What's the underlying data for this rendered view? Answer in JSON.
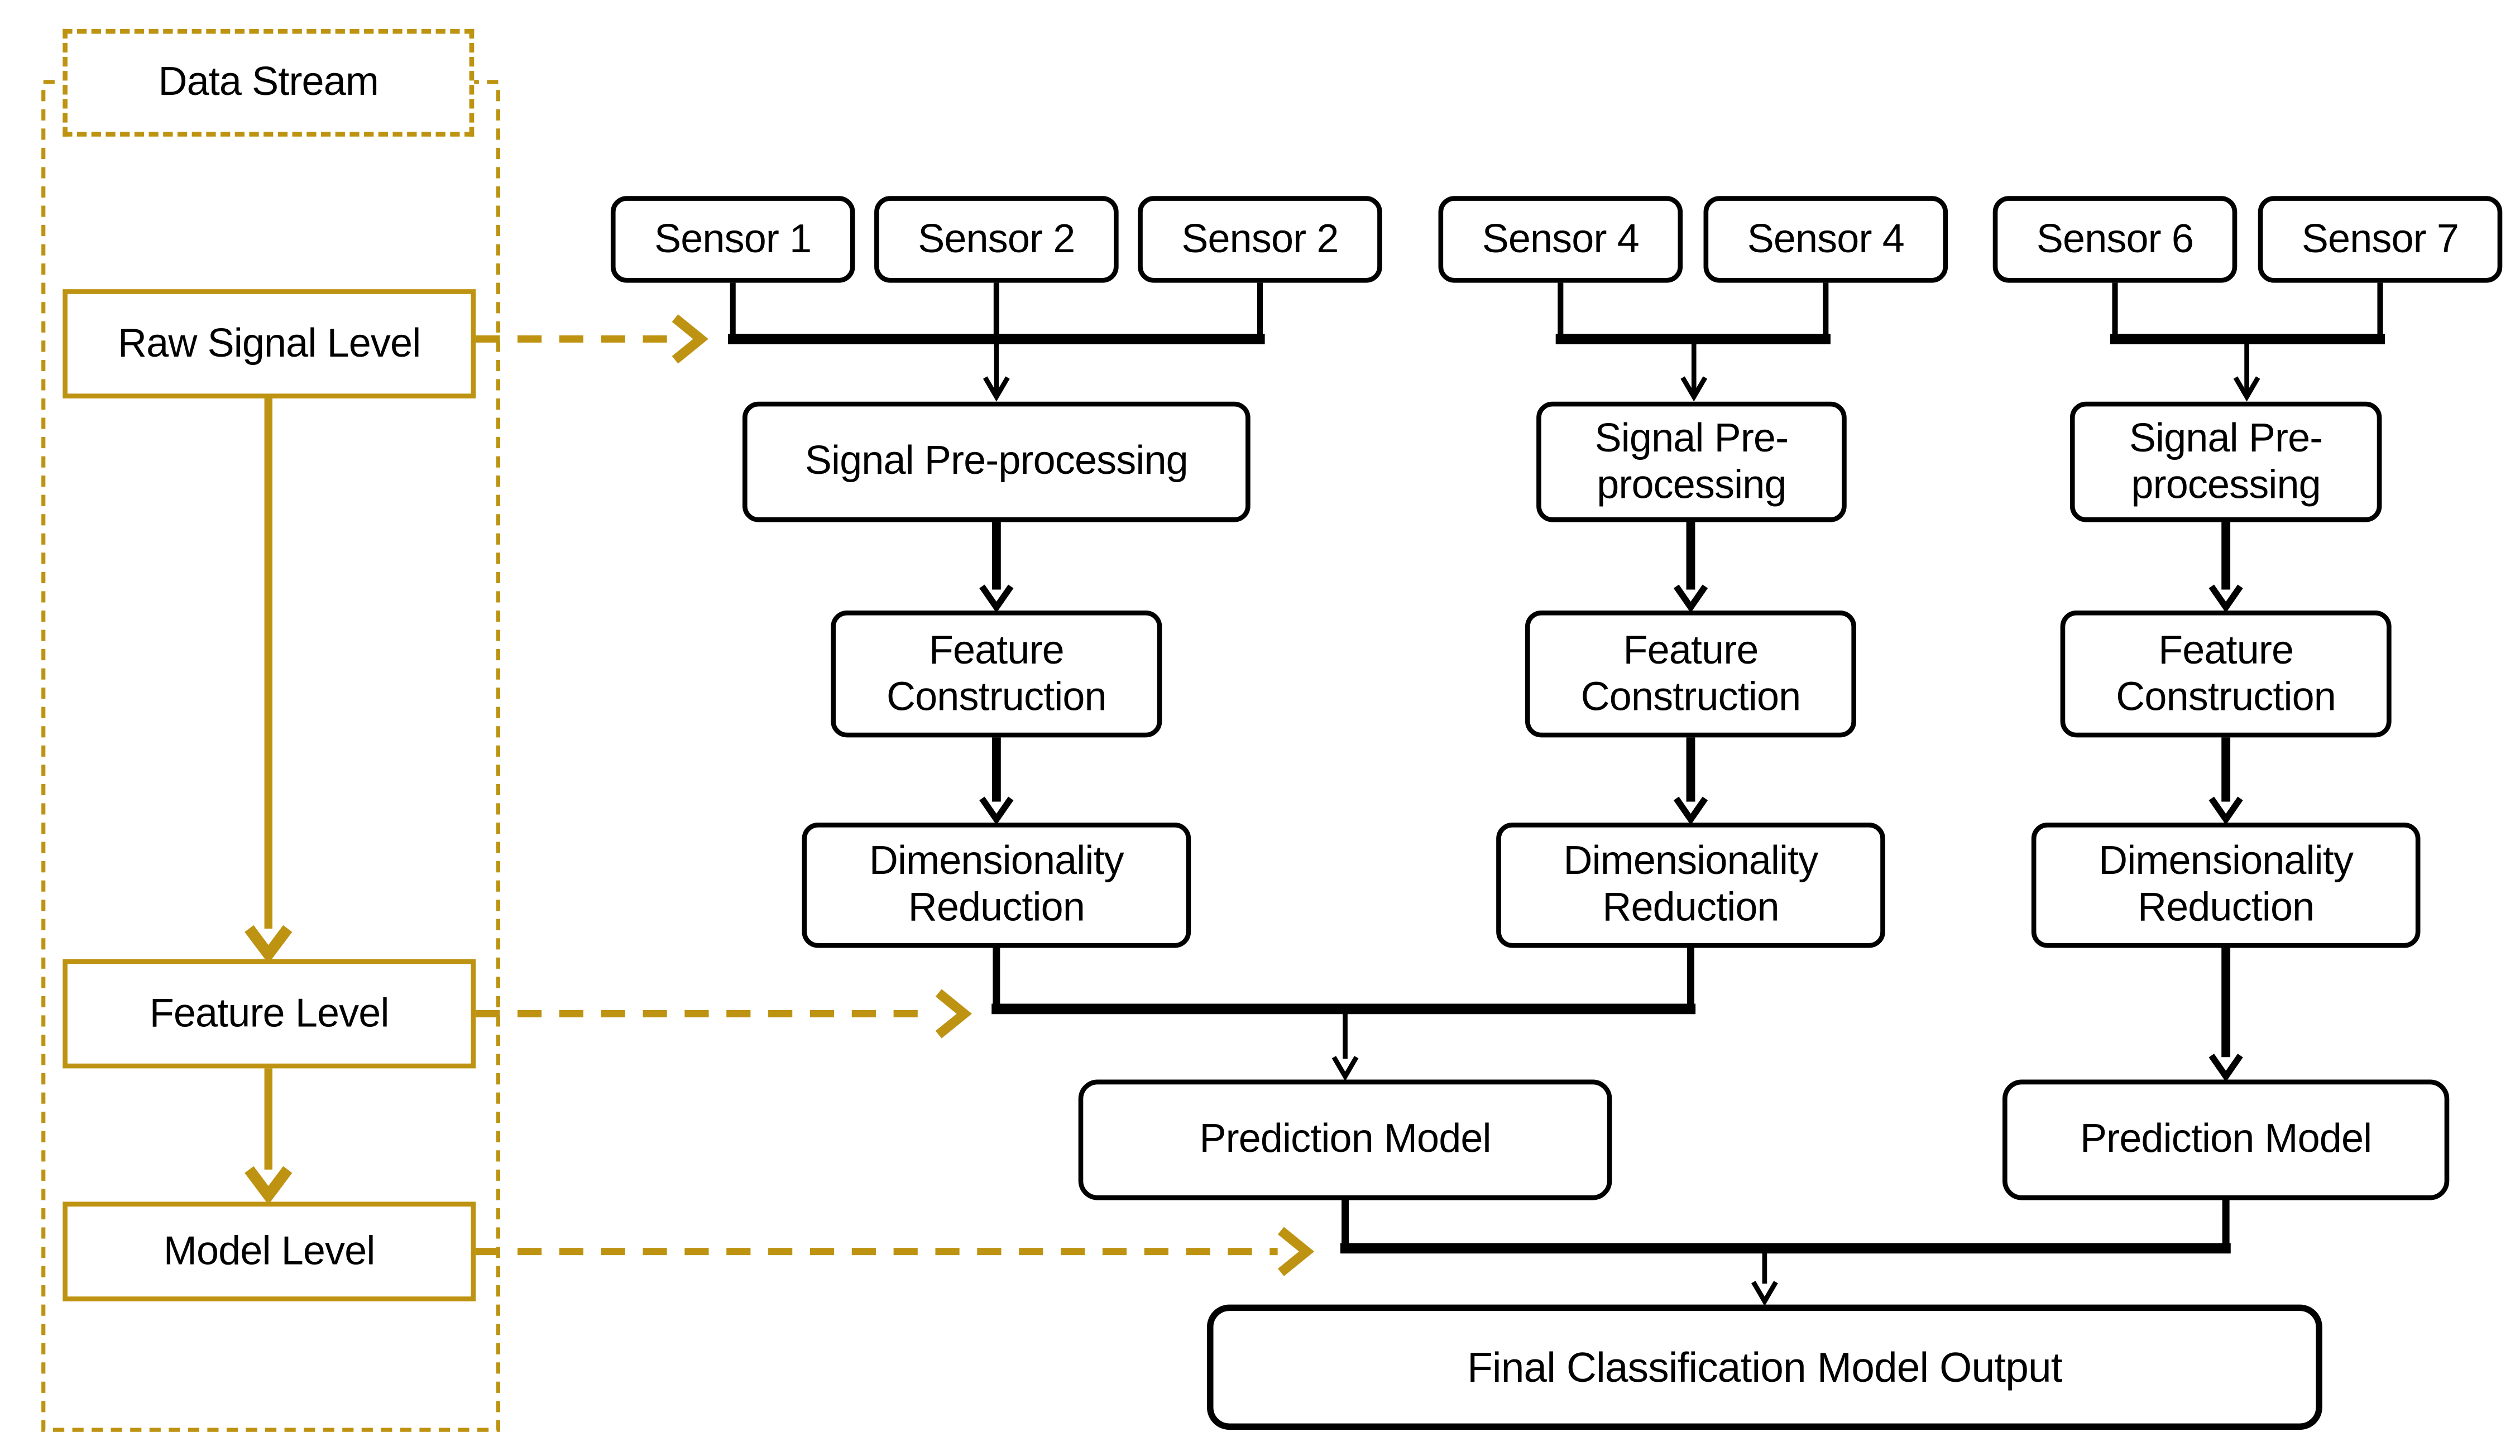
{
  "colors": {
    "accent_gold": "#BD9311",
    "line_black": "#000000",
    "background": "#ffffff"
  },
  "legend": {
    "data_stream": {
      "label": "Data Stream"
    },
    "raw_signal_level": {
      "label": "Raw Signal Level"
    },
    "feature_level": {
      "label": "Feature Level"
    },
    "model_level": {
      "label": "Model Level"
    }
  },
  "sensors": [
    {
      "label": "Sensor 1"
    },
    {
      "label": "Sensor 2"
    },
    {
      "label": "Sensor 2"
    },
    {
      "label": "Sensor 4"
    },
    {
      "label": "Sensor 4"
    },
    {
      "label": "Sensor 6"
    },
    {
      "label": "Sensor 7"
    }
  ],
  "columns": [
    {
      "signal_preprocessing": {
        "lines": [
          "Signal Pre-processing"
        ]
      },
      "feature_construction": {
        "lines": [
          "Feature",
          "Construction"
        ]
      },
      "dimensionality_reduction": {
        "lines": [
          "Dimensionality",
          "Reduction"
        ]
      }
    },
    {
      "signal_preprocessing": {
        "lines": [
          "Signal Pre-",
          "processing"
        ]
      },
      "feature_construction": {
        "lines": [
          "Feature",
          "Construction"
        ]
      },
      "dimensionality_reduction": {
        "lines": [
          "Dimensionality",
          "Reduction"
        ]
      }
    },
    {
      "signal_preprocessing": {
        "lines": [
          "Signal Pre-",
          "processing"
        ]
      },
      "feature_construction": {
        "lines": [
          "Feature",
          "Construction"
        ]
      },
      "dimensionality_reduction": {
        "lines": [
          "Dimensionality",
          "Reduction"
        ]
      }
    }
  ],
  "prediction_models": [
    {
      "label": "Prediction Model"
    },
    {
      "label": "Prediction Model"
    }
  ],
  "final_output": {
    "label": "Final Classification Model Output"
  }
}
